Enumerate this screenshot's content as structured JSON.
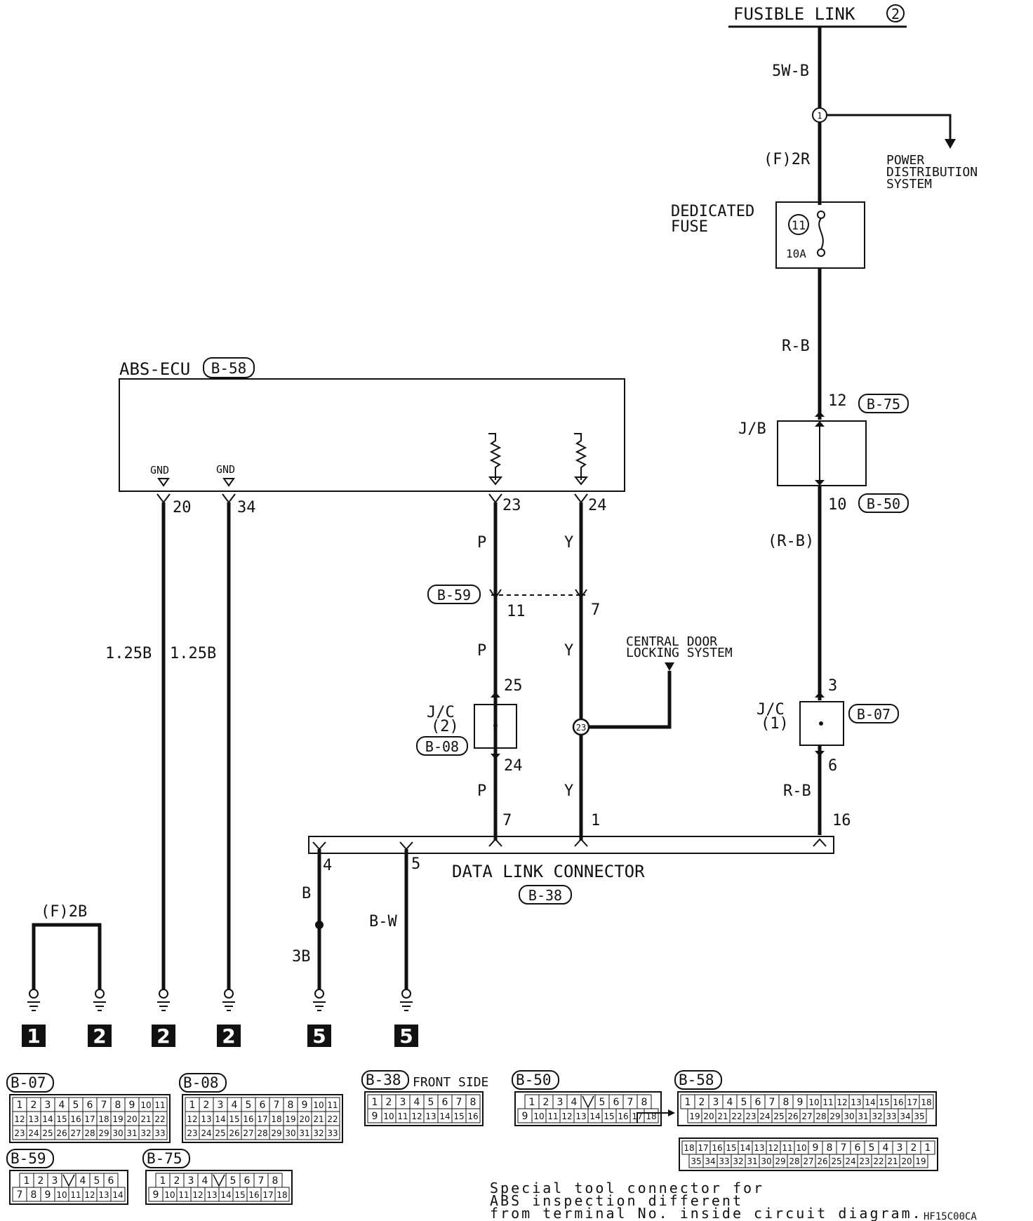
{
  "title": "FUSIBLE LINK",
  "fusible_link_num": "2",
  "wires": {
    "w_5wb": "5W-B",
    "w_f2r": "(F)2R",
    "w_rb1": "R-B",
    "w_rb_paren": "(R-B)",
    "w_rb2": "R-B",
    "w_p1": "P",
    "w_y1": "Y",
    "w_p2": "P",
    "w_y2": "Y",
    "w_p3": "P",
    "w_y3": "Y",
    "w_125b_a": "1.25B",
    "w_125b_b": "1.25B",
    "w_f2b": "(F)2B",
    "w_b": "B",
    "w_3b": "3B",
    "w_bw": "B-W"
  },
  "components": {
    "power_dist": [
      "POWER",
      "DISTRIBUTION",
      "SYSTEM"
    ],
    "ded_fuse": [
      "DEDICATED",
      "FUSE"
    ],
    "fuse_num": "11",
    "fuse_amp": "10A",
    "splice1": "1",
    "splice23": "23",
    "abs_ecu": "ABS-ECU",
    "gnd1": "GND",
    "gnd2": "GND",
    "jb": "J/B",
    "jc2": [
      "J/C",
      "(2)"
    ],
    "jc1": [
      "J/C",
      "(1)"
    ],
    "cdl": [
      "CENTRAL DOOR",
      "LOCKING SYSTEM"
    ],
    "dlc": "DATA LINK CONNECTOR"
  },
  "conn_ids": {
    "b58": "B-58",
    "b75": "B-75",
    "b50": "B-50",
    "b59": "B-59",
    "b08": "B-08",
    "b07": "B-07",
    "b38": "B-38"
  },
  "pins": {
    "p12": "12",
    "p10": "10",
    "p20": "20",
    "p34": "34",
    "p23": "23",
    "p24": "24",
    "p11": "11",
    "p7a": "7",
    "p25": "25",
    "p24b": "24",
    "p3": "3",
    "p6": "6",
    "p7b": "7",
    "p1": "1",
    "p16": "16",
    "p4": "4",
    "p5": "5"
  },
  "grounds": [
    "1",
    "2",
    "2",
    "2",
    "5",
    "5"
  ],
  "connector_views": {
    "b07": {
      "id": "B-07",
      "rows": [
        [
          "1",
          "2",
          "3",
          "4",
          "5",
          "6",
          "7",
          "8",
          "9",
          "10",
          "11"
        ],
        [
          "12",
          "13",
          "14",
          "15",
          "16",
          "17",
          "18",
          "19",
          "20",
          "21",
          "22"
        ],
        [
          "23",
          "24",
          "25",
          "26",
          "27",
          "28",
          "29",
          "30",
          "31",
          "32",
          "33"
        ]
      ]
    },
    "b08": {
      "id": "B-08",
      "rows": [
        [
          "1",
          "2",
          "3",
          "4",
          "5",
          "6",
          "7",
          "8",
          "9",
          "10",
          "11"
        ],
        [
          "12",
          "13",
          "14",
          "15",
          "16",
          "17",
          "18",
          "19",
          "20",
          "21",
          "22"
        ],
        [
          "23",
          "24",
          "25",
          "26",
          "27",
          "28",
          "29",
          "30",
          "31",
          "32",
          "33"
        ]
      ]
    },
    "b38": {
      "id": "B-38",
      "note": "FRONT SIDE",
      "rows": [
        [
          "1",
          "2",
          "3",
          "4",
          "5",
          "6",
          "7",
          "8"
        ],
        [
          "9",
          "10",
          "11",
          "12",
          "13",
          "14",
          "15",
          "16"
        ]
      ]
    },
    "b50": {
      "id": "B-50",
      "rows": [
        [
          "1",
          "2",
          "3",
          "4",
          "",
          "5",
          "6",
          "7",
          "8"
        ],
        [
          "9",
          "10",
          "11",
          "12",
          "13",
          "14",
          "15",
          "16",
          "17",
          "18"
        ]
      ]
    },
    "b58": {
      "id": "B-58",
      "rows": [
        [
          "1",
          "2",
          "3",
          "4",
          "5",
          "6",
          "7",
          "8",
          "9",
          "10",
          "11",
          "12",
          "13",
          "14",
          "15",
          "16",
          "17",
          "18"
        ],
        [
          "19",
          "20",
          "21",
          "22",
          "23",
          "24",
          "25",
          "26",
          "27",
          "28",
          "29",
          "30",
          "31",
          "32",
          "33",
          "34",
          "35"
        ]
      ]
    },
    "b58s": {
      "rows": [
        [
          "18",
          "17",
          "16",
          "15",
          "14",
          "13",
          "12",
          "11",
          "10",
          "9",
          "8",
          "7",
          "6",
          "5",
          "4",
          "3",
          "2",
          "1"
        ],
        [
          "35",
          "34",
          "33",
          "32",
          "31",
          "30",
          "29",
          "28",
          "27",
          "26",
          "25",
          "24",
          "23",
          "22",
          "21",
          "20",
          "19"
        ]
      ]
    },
    "b59": {
      "id": "B-59",
      "rows": [
        [
          "1",
          "2",
          "3",
          "",
          "4",
          "5",
          "6"
        ],
        [
          "7",
          "8",
          "9",
          "10",
          "11",
          "12",
          "13",
          "14"
        ]
      ]
    },
    "b75": {
      "id": "B-75",
      "rows": [
        [
          "1",
          "2",
          "3",
          "4",
          "",
          "5",
          "6",
          "7",
          "8"
        ],
        [
          "9",
          "10",
          "11",
          "12",
          "13",
          "14",
          "15",
          "16",
          "17",
          "18"
        ]
      ]
    }
  },
  "footnote": [
    "Special tool connector for",
    "ABS inspection different",
    "from terminal No. inside circuit diagram."
  ],
  "diagram_code": "HF15C00CA"
}
